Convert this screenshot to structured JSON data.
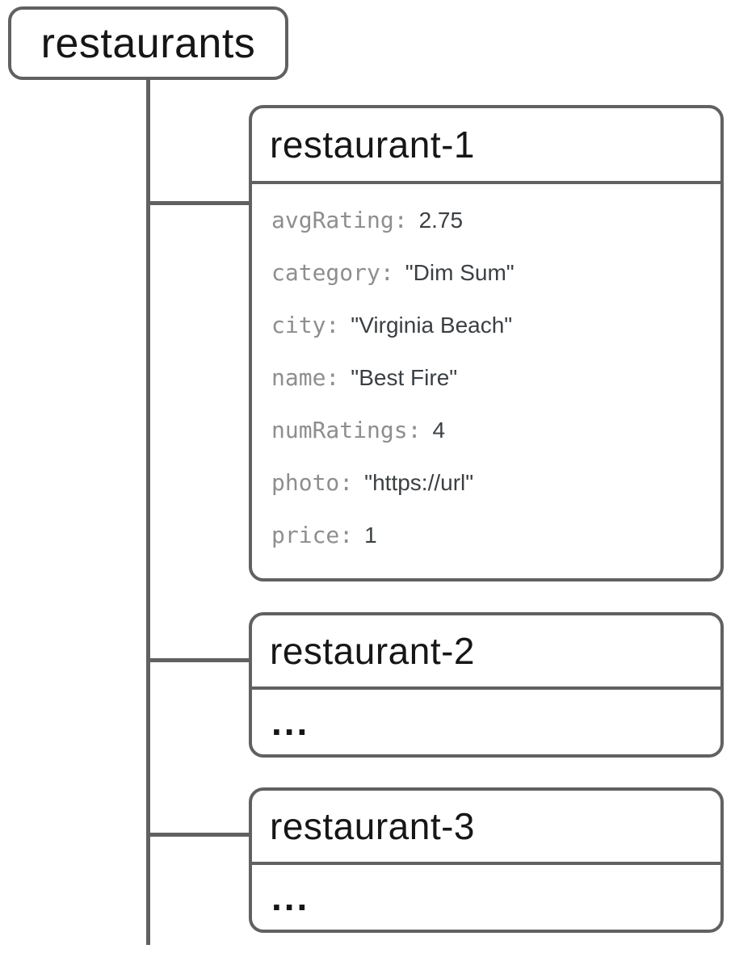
{
  "diagram": {
    "collection": {
      "label": "restaurants"
    },
    "documents": [
      {
        "id": "restaurant-1",
        "fields": [
          {
            "key": "avgRating:",
            "value": "2.75"
          },
          {
            "key": "category:",
            "value": "\"Dim Sum\""
          },
          {
            "key": "city:",
            "value": "\"Virginia Beach\""
          },
          {
            "key": "name:",
            "value": "\"Best Fire\""
          },
          {
            "key": "numRatings:",
            "value": "4"
          },
          {
            "key": "photo:",
            "value": "\"https://url\""
          },
          {
            "key": "price:",
            "value": "1"
          }
        ]
      },
      {
        "id": "restaurant-2",
        "body": "..."
      },
      {
        "id": "restaurant-3",
        "body": "..."
      }
    ],
    "colors": {
      "stroke": "#616161",
      "field_key": "#8e8e8e",
      "field_value": "#3c4043",
      "title_text": "#161616",
      "background": "#ffffff"
    }
  }
}
